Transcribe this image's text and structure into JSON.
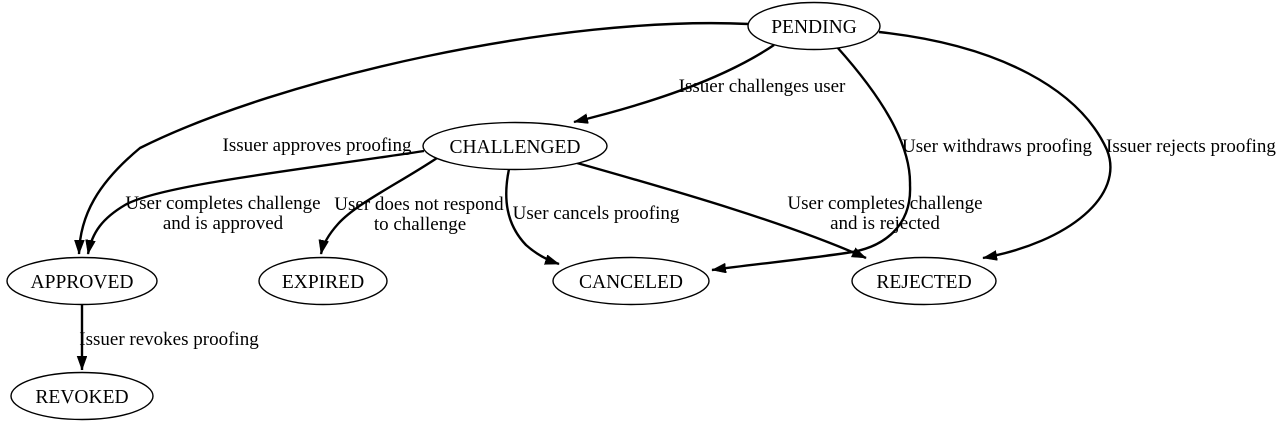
{
  "diagram": {
    "kind": "state-machine-graph",
    "colors": {
      "background": "#ffffff",
      "node_fill": "#ffffff",
      "line": "#000000",
      "text": "#000000"
    },
    "nodes": [
      {
        "id": "pending",
        "label": "PENDING"
      },
      {
        "id": "challenged",
        "label": "CHALLENGED"
      },
      {
        "id": "approved",
        "label": "APPROVED"
      },
      {
        "id": "expired",
        "label": "EXPIRED"
      },
      {
        "id": "canceled",
        "label": "CANCELED"
      },
      {
        "id": "rejected",
        "label": "REJECTED"
      },
      {
        "id": "revoked",
        "label": "REVOKED"
      }
    ],
    "edges": [
      {
        "from": "PENDING",
        "to": "CHALLENGED",
        "label_lines": [
          "Issuer challenges user"
        ]
      },
      {
        "from": "PENDING",
        "to": "APPROVED",
        "label_lines": [
          "Issuer approves proofing"
        ]
      },
      {
        "from": "CHALLENGED",
        "to": "APPROVED",
        "label_lines": [
          "User completes challenge",
          "and is approved"
        ]
      },
      {
        "from": "CHALLENGED",
        "to": "EXPIRED",
        "label_lines": [
          "User does not respond",
          "to challenge"
        ]
      },
      {
        "from": "CHALLENGED",
        "to": "CANCELED",
        "label_lines": [
          "User cancels proofing"
        ]
      },
      {
        "from": "CHALLENGED",
        "to": "REJECTED",
        "label_lines": [
          "User completes challenge",
          "and is rejected"
        ]
      },
      {
        "from": "PENDING",
        "to": "CANCELED",
        "label_lines": [
          "User withdraws proofing"
        ]
      },
      {
        "from": "PENDING",
        "to": "REJECTED",
        "label_lines": [
          "Issuer rejects proofing"
        ]
      },
      {
        "from": "APPROVED",
        "to": "REVOKED",
        "label_lines": [
          "Issuer revokes proofing"
        ]
      }
    ]
  }
}
